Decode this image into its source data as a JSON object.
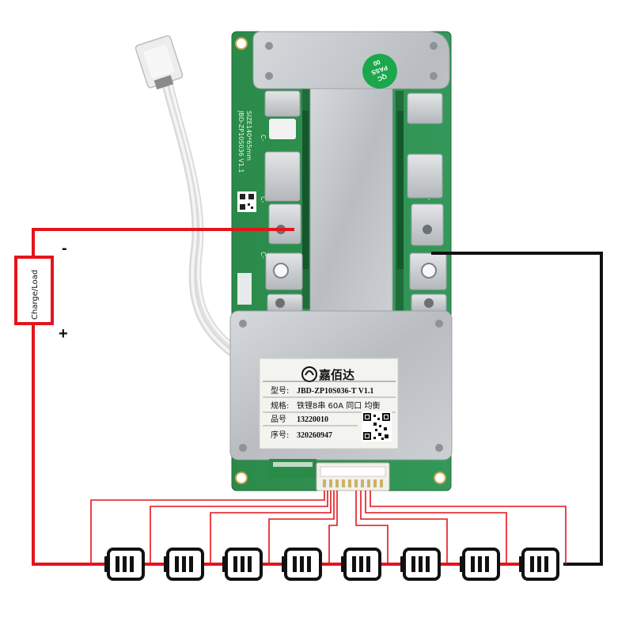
{
  "diagram": {
    "load_label": "Charge/Load",
    "minus_sign": "-",
    "plus_sign": "+",
    "cell_count": 8
  },
  "board": {
    "silkscreen_model": "JBD-ZP10S036 V1.1",
    "silkscreen_size": "SIZE140*65mm",
    "pad_c1": "C-",
    "pad_c2": "C-",
    "pad_c3": "C-",
    "pad_b1": "B-",
    "qc_line1": "QC",
    "qc_line2": "PASS",
    "qc_line3": "00"
  },
  "label": {
    "brand": "嘉佰达",
    "model_key": "型号:",
    "model_value": "JBD-ZP10S036-T V1.1",
    "spec_key": "规格:",
    "spec_value": "铁锂8串 60A 同口 均衡",
    "part_key": "品号",
    "part_value": "13220010",
    "serial_key": "序号:",
    "serial_value": "320260947"
  },
  "colors": {
    "wire_red": "#e4141b",
    "wire_black": "#111111",
    "pcb_green": "#2e8b4a",
    "metal": "#bfc3c7"
  }
}
